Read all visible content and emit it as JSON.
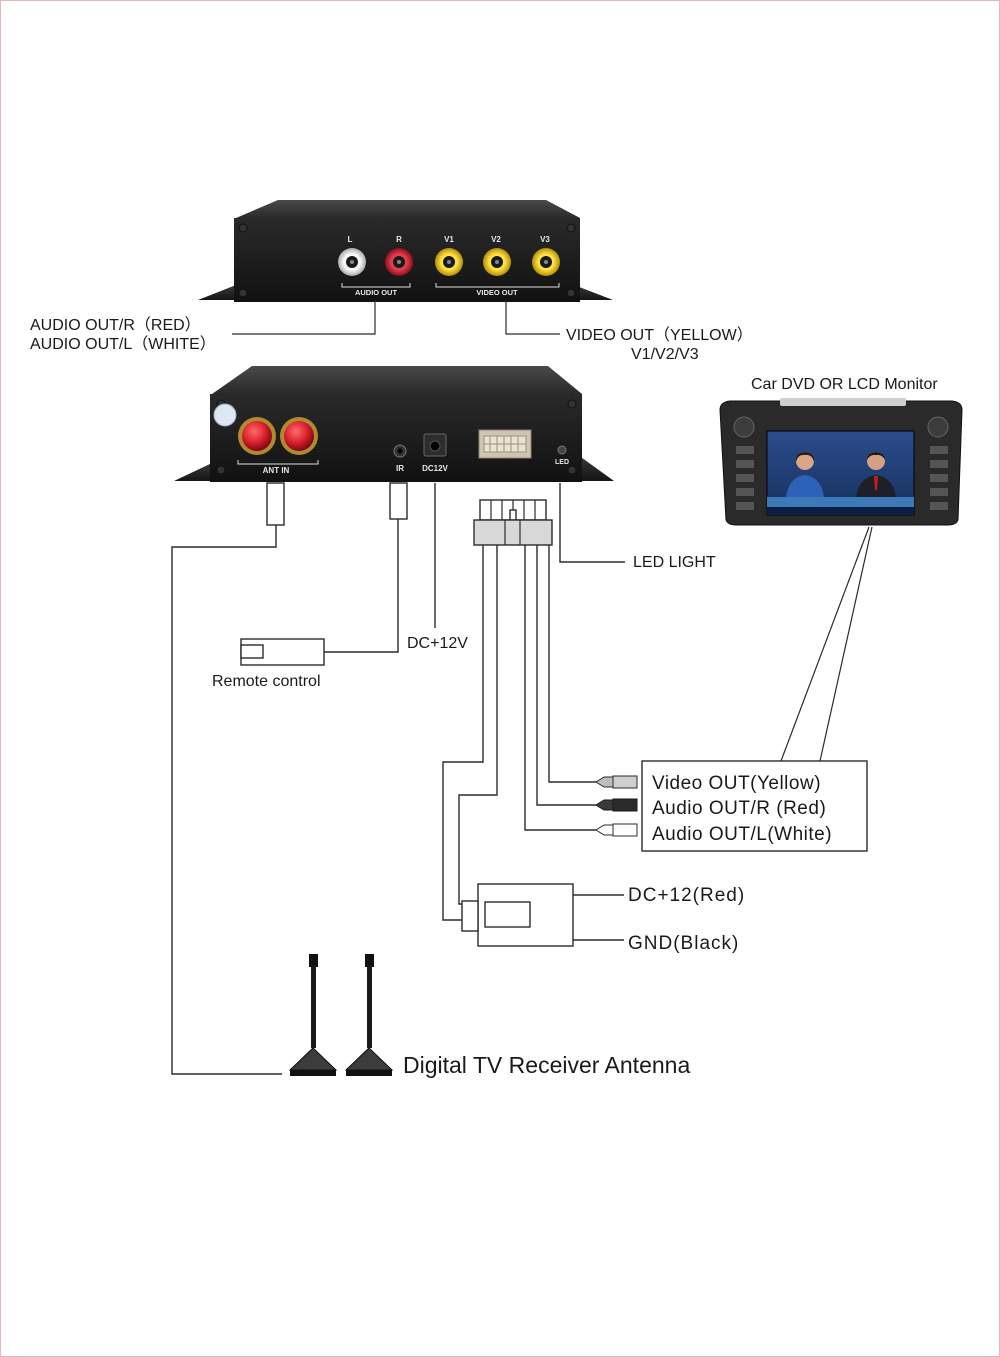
{
  "top_device": {
    "port_labels": [
      "L",
      "R",
      "V1",
      "V2",
      "V3"
    ],
    "group_labels": {
      "audio": "AUDIO OUT",
      "video": "VIDEO  OUT"
    }
  },
  "front_device": {
    "port_labels": {
      "ant": "ANT IN",
      "ir": "IR",
      "dc": "DC12V",
      "led": "LED"
    }
  },
  "labels": {
    "audio_out_r": "AUDIO OUT/R（RED）",
    "audio_out_l": "AUDIO OUT/L（WHITE）",
    "video_out": "VIDEO OUT（YELLOW）",
    "video_channels": "V1/V2/V3",
    "monitor": "Car DVD OR LCD Monitor",
    "led_light": "LED LIGHT",
    "dc_12v": "DC+12V",
    "remote": "Remote control",
    "out_video": "Video OUT(Yellow)",
    "out_audio_r": "Audio OUT/R (Red)",
    "out_audio_l": "Audio OUT/L(White)",
    "power_red": "DC+12(Red)",
    "power_black": "GND(Black)",
    "antenna": "Digital TV Receiver Antenna"
  },
  "colors": {
    "audio_white": "#f2f2f2",
    "audio_red": "#c8102e",
    "video_yellow": "#f2d21a",
    "ant_red": "#d81e2a",
    "device_body": "#1e1e1e"
  }
}
